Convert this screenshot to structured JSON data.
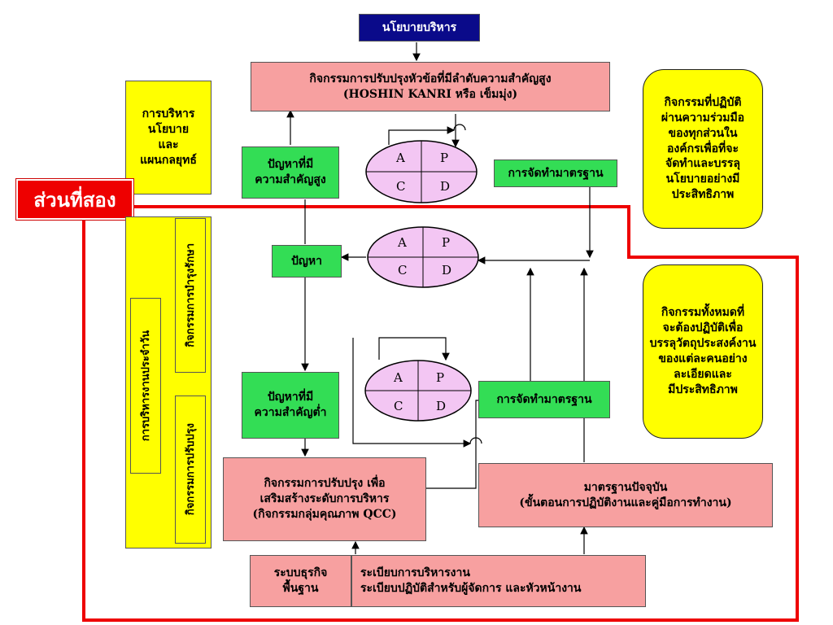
{
  "title_box": "นโยบายบริหาร",
  "top_activity": {
    "line1": "กิจกรรมการปรับปรุงหัวข้อที่มีลำดับความสำคัญสูง",
    "line2": "(HOSHIN KANRI หรือ เข็มมุ่ง)"
  },
  "yellow_policy": [
    "การบริหาร",
    "นโยบาย",
    "และ",
    "แผนกลยุทธ์"
  ],
  "section_tag": "ส่วนที่สอง",
  "high_problem": [
    "ปัญหาที่มี",
    "ความสำคัญสูง"
  ],
  "standardize_top": "การจัดทำมาตรฐาน",
  "problem": "ปัญหา",
  "low_problem": [
    "ปัญหาที่มี",
    "ความสำคัญต่ำ"
  ],
  "standardize_mid": "การจัดทำมาตรฐาน",
  "improve_activity": [
    "กิจกรรมการปรับปรุง เพื่อ",
    "เสริมสร้างระดับการบริหาร",
    "(กิจกรรมกลุ่มคุณภาพ QCC)"
  ],
  "current_standard": [
    "มาตรฐานปัจจุบัน",
    "(ขั้นตอนการปฏิบัติงานและคู่มือการทำงาน)"
  ],
  "bottom_left": [
    "ระบบธุรกิจ",
    "พื้นฐาน"
  ],
  "bottom_right": [
    "ระเบียบการบริหารงาน",
    "ระเบียบปฏิบัติสำหรับผู้จัดการ และหัวหน้างาน"
  ],
  "vertical_labels": {
    "daily": "การบริหารงานประจำวัน",
    "maintain": "กิจกรรมการบำรุงรักษา",
    "improve": "กิจกรรมการปรับปรุง"
  },
  "right_note_top": [
    "กิจกรรมที่ปฏิบัติ",
    "ผ่านความร่วมมือ",
    "ของทุกส่วนใน",
    "องค์กรเพื่อที่จะ",
    "จัดทำและบรรลุ",
    "นโยบายอย่างมี",
    "ประสิทธิภาพ"
  ],
  "right_note_bottom": [
    "กิจกรรมทั้งหมดที่",
    "จะต้องปฏิบัติเพื่อ",
    "บรรลุวัตถุประสงค์งาน",
    "ของแต่ละคนอย่าง",
    "ละเอียดและ",
    "มีประสิทธิภาพ"
  ],
  "pdca": {
    "a": "A",
    "p": "P",
    "c": "C",
    "d": "D"
  },
  "colors": {
    "green": "#33dd55",
    "pink": "#f7a0a0",
    "yellow": "#ffff00",
    "navy": "#0a0a8a",
    "red": "#ee0000",
    "lavender": "#f3c6f3"
  }
}
